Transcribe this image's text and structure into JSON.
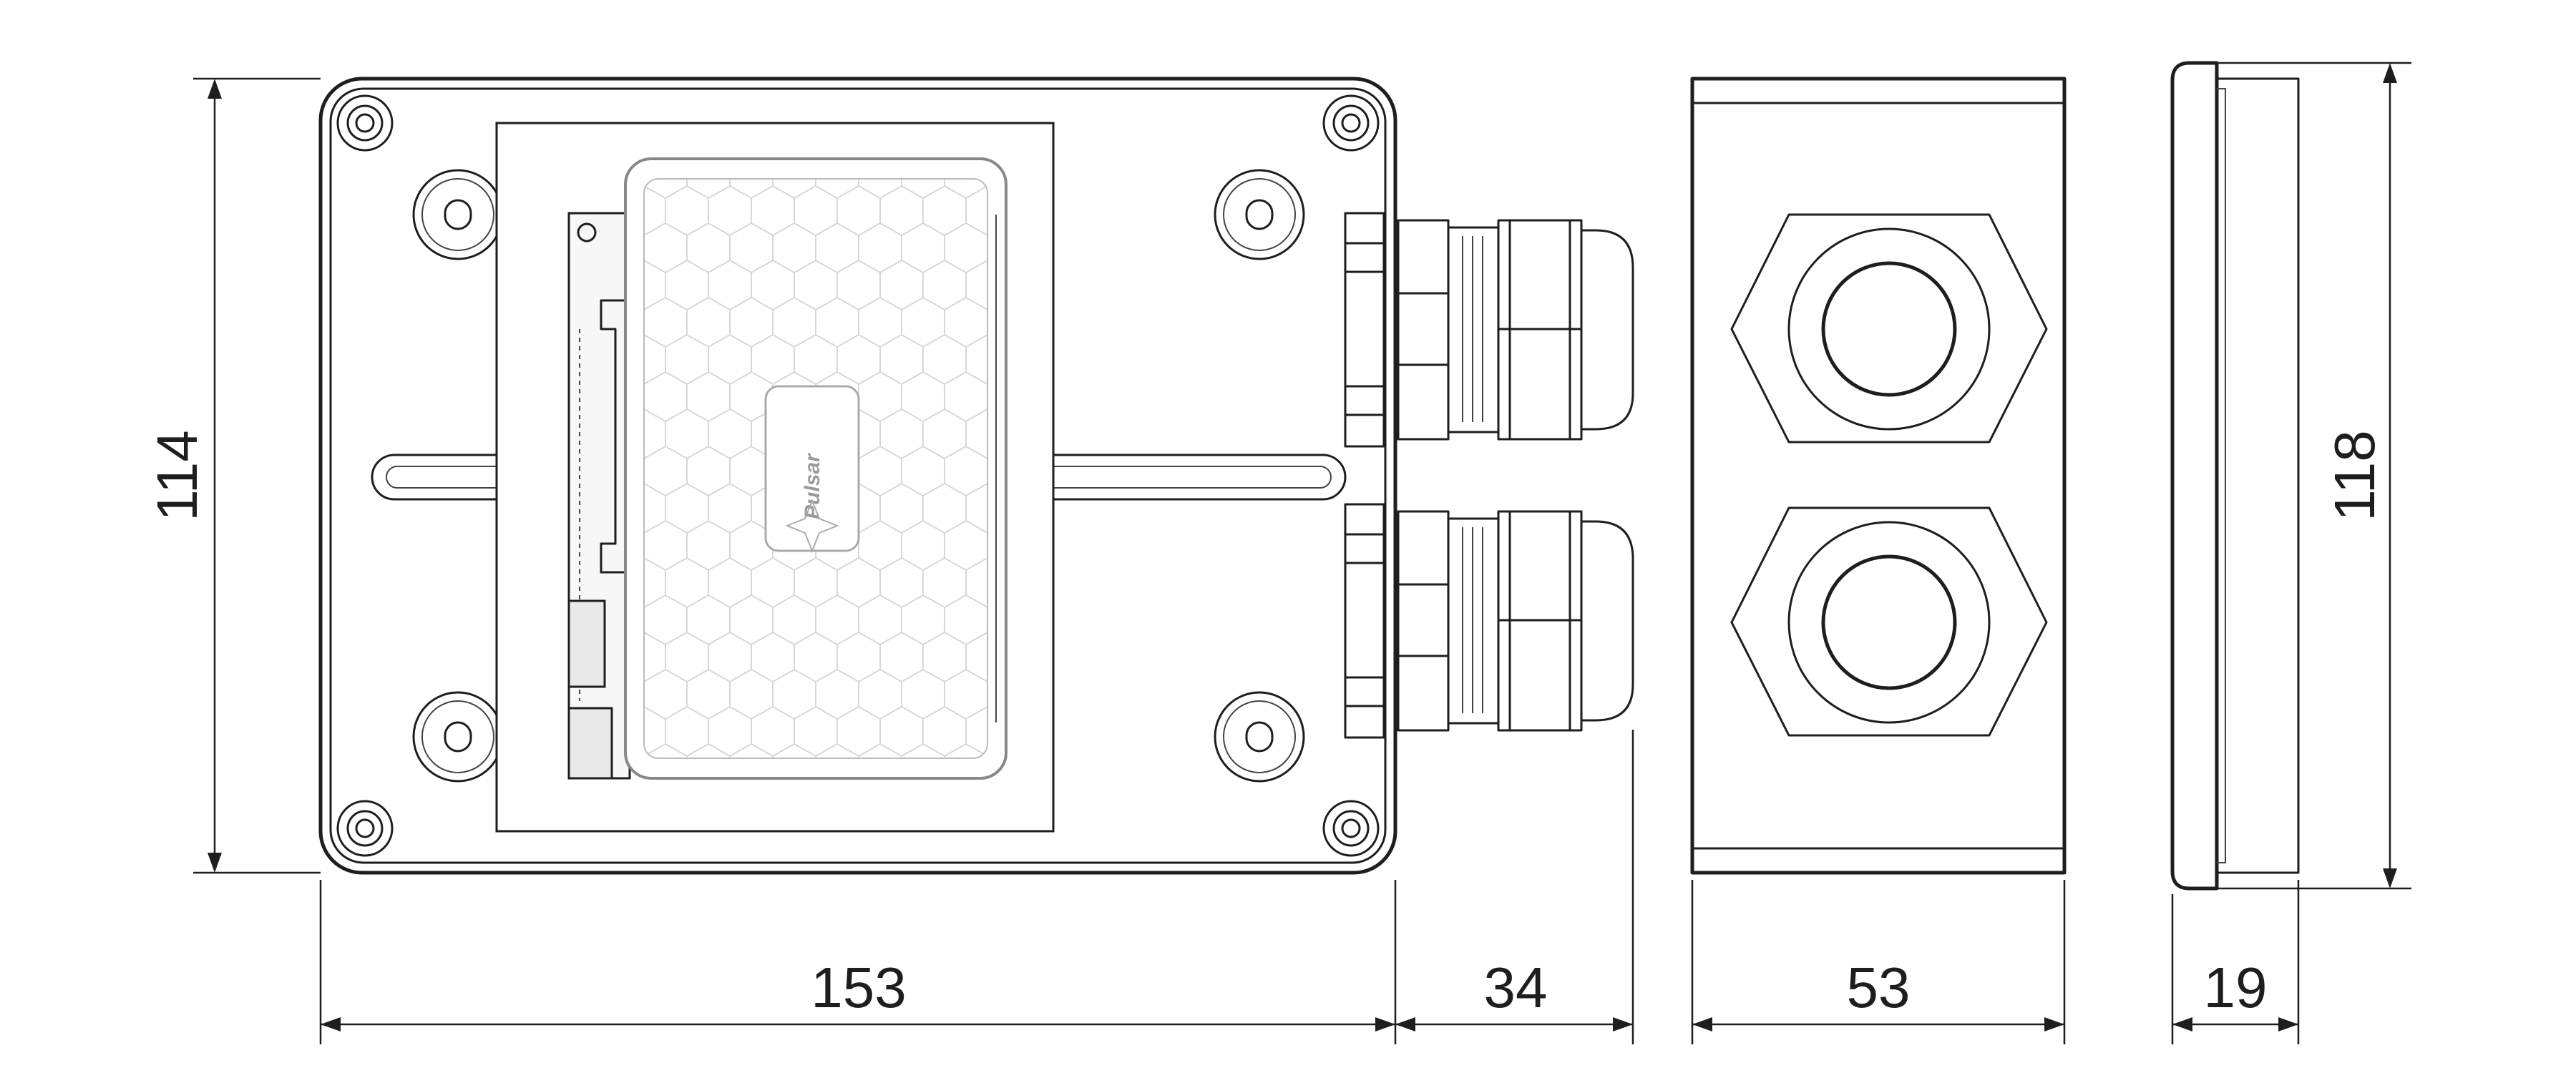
{
  "dimensions": {
    "width_front": "153",
    "height_front": "114",
    "gland_length": "34",
    "side_width": "53",
    "depth": "19",
    "height_side": "118"
  },
  "logo": {
    "text": "Pulsar"
  }
}
